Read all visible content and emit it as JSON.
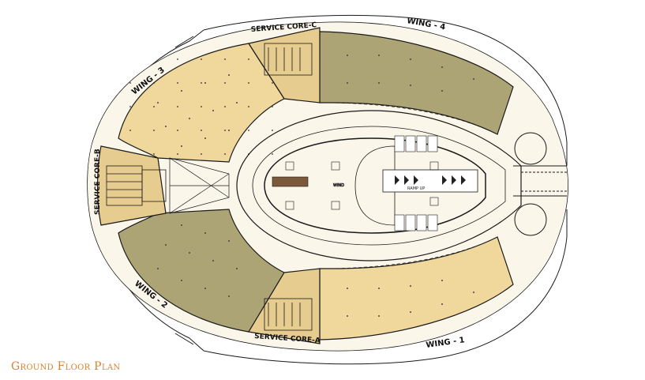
{
  "caption": "Ground Floor Plan",
  "labels": {
    "wing1": "WING - 1",
    "wing2": "WING - 2",
    "wing3": "WING - 3",
    "wing4": "WING - 4",
    "core_a": "SERVICE CORE-A",
    "core_b": "SERVICE CORE-B",
    "core_c": "SERVICE CORE-C",
    "ramp": "RAMP UP",
    "wind": "WIND"
  },
  "colors": {
    "light_wing": "#f0d79c",
    "dark_wing": "#ada476",
    "core": "#e6cc8e",
    "line": "#1a1a1a",
    "caption": "#d9822b"
  }
}
